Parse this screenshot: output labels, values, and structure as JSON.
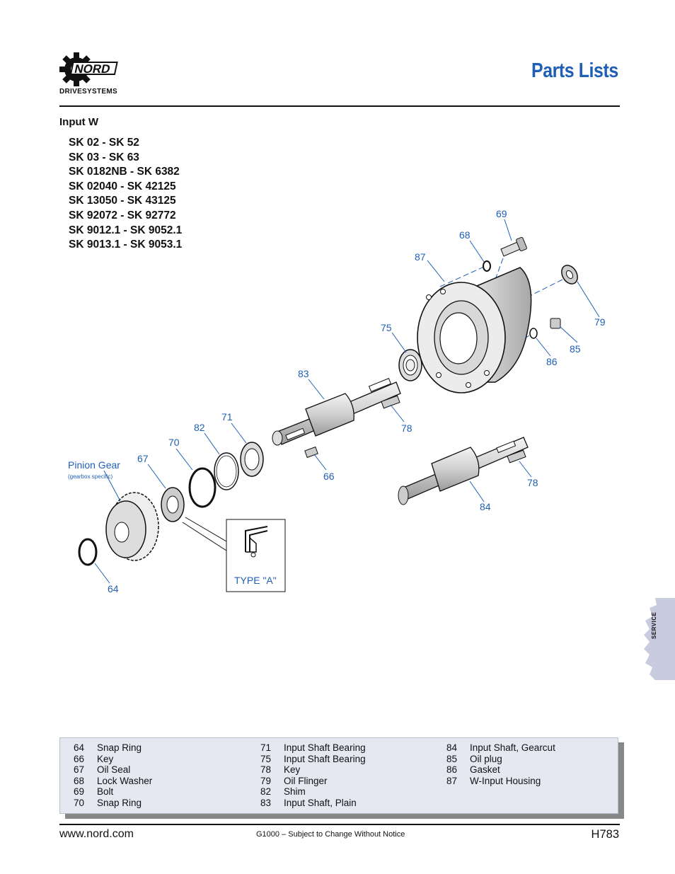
{
  "header": {
    "brand_name": "NORD",
    "brand_sub": "DRIVESYSTEMS",
    "title": "Parts Lists"
  },
  "section": {
    "title": "Input W",
    "models": [
      "SK 02 - SK 52",
      "SK 03 - SK 63",
      "SK 0182NB - SK 6382",
      "SK 02040 - SK 42125",
      "SK 13050 - SK 43125",
      "SK 92072 - SK 92772",
      "SK 9012.1 - SK 9052.1",
      "SK 9013.1 - SK 9053.1"
    ]
  },
  "diagram": {
    "callouts": {
      "c69": "69",
      "c68": "68",
      "c87": "87",
      "c79": "79",
      "c75": "75",
      "c86": "86",
      "c85": "85",
      "c83": "83",
      "c71": "71",
      "c78a": "78",
      "c82": "82",
      "c70": "70",
      "c67": "67",
      "c66": "66",
      "c78b": "78",
      "c84": "84",
      "c64": "64"
    },
    "pinion_label": "Pinion Gear",
    "pinion_note": "(gearbox specific)",
    "type_label": "TYPE \"A\""
  },
  "side_tab": {
    "label": "SERVICE"
  },
  "legend": {
    "columns": [
      [
        {
          "num": "64",
          "name": "Snap Ring"
        },
        {
          "num": "66",
          "name": "Key"
        },
        {
          "num": "67",
          "name": "Oil Seal"
        },
        {
          "num": "68",
          "name": "Lock Washer"
        },
        {
          "num": "69",
          "name": "Bolt"
        },
        {
          "num": "70",
          "name": "Snap Ring"
        }
      ],
      [
        {
          "num": "71",
          "name": "Input Shaft Bearing"
        },
        {
          "num": "75",
          "name": "Input Shaft Bearing"
        },
        {
          "num": "78",
          "name": "Key"
        },
        {
          "num": "79",
          "name": "Oil Flinger"
        },
        {
          "num": "82",
          "name": "Shim"
        },
        {
          "num": "83",
          "name": "Input Shaft, Plain"
        }
      ],
      [
        {
          "num": "84",
          "name": "Input Shaft, Gearcut"
        },
        {
          "num": "85",
          "name": "Oil plug"
        },
        {
          "num": "86",
          "name": "Gasket"
        },
        {
          "num": "87",
          "name": "W-Input Housing"
        }
      ]
    ]
  },
  "footer": {
    "url": "www.nord.com",
    "notice": "G1000 – Subject to Change Without Notice",
    "page": "H783"
  },
  "colors": {
    "accent": "#1f5fb5",
    "legend_bg": "#e5e7f1",
    "tab_bg": "#c9ccde"
  }
}
